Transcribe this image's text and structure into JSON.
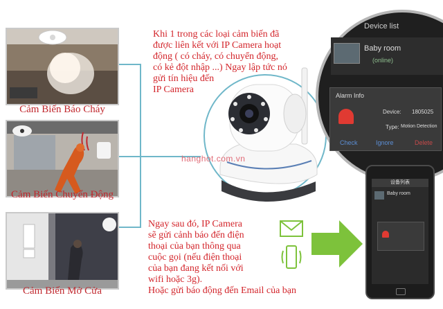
{
  "sensors": [
    {
      "caption": "Cảm Biến Báo Cháy"
    },
    {
      "caption": "Cảm Biến Chuyển Động"
    },
    {
      "caption": "Cảm Biến Mở Cửa"
    }
  ],
  "top_text": [
    "Khi 1 trong các loại cảm biến đã",
    "được liên kết với IP Camera hoạt",
    "động ( có cháy, có chuyển động,",
    "có kẻ đột nhập ...) Ngay lập tức nó",
    "gửi tín hiệu đến",
    "IP Camera"
  ],
  "bottom_text": [
    "Ngay sau đó, IP Camera",
    "sẽ gửi cảnh báo đến điện",
    "thoại của bạn thông qua",
    "cuộc gọi (nếu điện thoại",
    "của bạn đang kết nối với",
    "wifi hoặc 3g).",
    "Hoặc gửi báo động đến Email của bạn"
  ],
  "watermark": "hanghot.com.vn",
  "zoom_screen": {
    "header": "Device list",
    "device_name": "Baby room",
    "device_status": "(online)",
    "alarm_title": "Alarm Info",
    "device_label": "Device:",
    "device_value": "1805025",
    "type_label": "Type:",
    "type_value": "Motion Detection",
    "btn_check": "Check",
    "btn_ignore": "Ignore",
    "btn_delete": "Delete"
  },
  "phone_screen": {
    "header": "设备列表",
    "device_name": "Baby room"
  },
  "colors": {
    "red_text": "#d3252b",
    "caption_red": "#c0272d",
    "arrow_green": "#7dc23b",
    "connector": "#6fb7c9"
  }
}
